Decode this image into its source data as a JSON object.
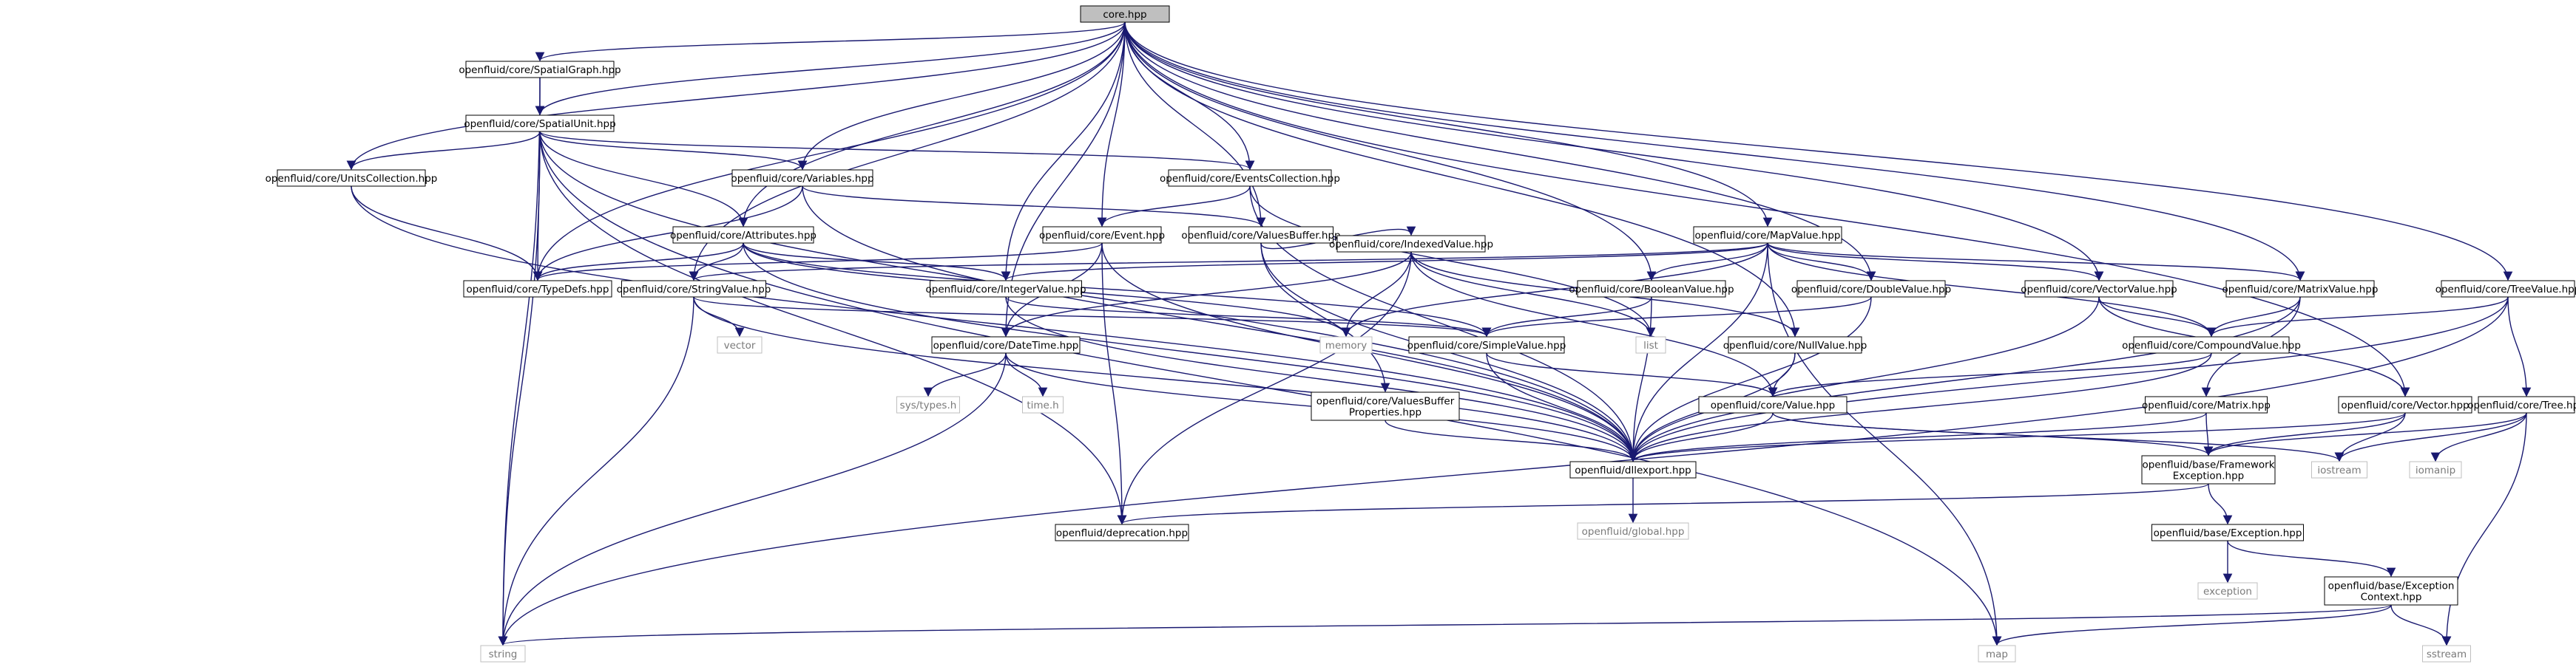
{
  "colors": {
    "edge": "#191970",
    "node_border": "#000000",
    "external_border": "#bfbfbf",
    "root_fill": "#bfbfbf",
    "node_fill": "#ffffff"
  },
  "nodes": [
    {
      "id": "core",
      "label": "core.hpp",
      "style": "root"
    },
    {
      "id": "spatialgraph",
      "label": "openfluid/core/SpatialGraph.hpp",
      "style": "node"
    },
    {
      "id": "spatialunit",
      "label": "openfluid/core/SpatialUnit.hpp",
      "style": "node"
    },
    {
      "id": "unitscollection",
      "label": "openfluid/core/UnitsCollection.hpp",
      "style": "node"
    },
    {
      "id": "variables",
      "label": "openfluid/core/Variables.hpp",
      "style": "node"
    },
    {
      "id": "eventscollection",
      "label": "openfluid/core/EventsCollection.hpp",
      "style": "node"
    },
    {
      "id": "attributes",
      "label": "openfluid/core/Attributes.hpp",
      "style": "node"
    },
    {
      "id": "event",
      "label": "openfluid/core/Event.hpp",
      "style": "node"
    },
    {
      "id": "valuesbuffer",
      "label": "openfluid/core/ValuesBuffer.hpp",
      "style": "node"
    },
    {
      "id": "mapvalue",
      "label": "openfluid/core/MapValue.hpp",
      "style": "node"
    },
    {
      "id": "typedefs",
      "label": "openfluid/core/TypeDefs.hpp",
      "style": "node"
    },
    {
      "id": "stringvalue",
      "label": "openfluid/core/StringValue.hpp",
      "style": "node"
    },
    {
      "id": "integervalue",
      "label": "openfluid/core/IntegerValue.hpp",
      "style": "node"
    },
    {
      "id": "indexedvalue",
      "label": "openfluid/core/IndexedValue.hpp",
      "style": "node"
    },
    {
      "id": "booleanvalue",
      "label": "openfluid/core/BooleanValue.hpp",
      "style": "node"
    },
    {
      "id": "doublevalue",
      "label": "openfluid/core/DoubleValue.hpp",
      "style": "node"
    },
    {
      "id": "vectorvalue",
      "label": "openfluid/core/VectorValue.hpp",
      "style": "node"
    },
    {
      "id": "matrixvalue",
      "label": "openfluid/core/MatrixValue.hpp",
      "style": "node"
    },
    {
      "id": "treevalue",
      "label": "openfluid/core/TreeValue.hpp",
      "style": "node"
    },
    {
      "id": "vector",
      "label": "vector",
      "style": "ext"
    },
    {
      "id": "datetime",
      "label": "openfluid/core/DateTime.hpp",
      "style": "node"
    },
    {
      "id": "memory",
      "label": "memory",
      "style": "ext"
    },
    {
      "id": "simplevalue",
      "label": "openfluid/core/SimpleValue.hpp",
      "style": "node"
    },
    {
      "id": "list",
      "label": "list",
      "style": "ext"
    },
    {
      "id": "nullvalue",
      "label": "openfluid/core/NullValue.hpp",
      "style": "node"
    },
    {
      "id": "compoundvalue",
      "label": "openfluid/core/CompoundValue.hpp",
      "style": "node"
    },
    {
      "id": "systypes",
      "label": "sys/types.h",
      "style": "ext"
    },
    {
      "id": "timeh",
      "label": "time.h",
      "style": "ext"
    },
    {
      "id": "vbprops",
      "label": [
        "openfluid/core/ValuesBuffer",
        "Properties.hpp"
      ],
      "style": "node"
    },
    {
      "id": "value",
      "label": "openfluid/core/Value.hpp",
      "style": "node"
    },
    {
      "id": "matrix",
      "label": "openfluid/core/Matrix.hpp",
      "style": "node"
    },
    {
      "id": "corevector",
      "label": "openfluid/core/Vector.hpp",
      "style": "node"
    },
    {
      "id": "tree",
      "label": "openfluid/core/Tree.hpp",
      "style": "node"
    },
    {
      "id": "dllexport",
      "label": "openfluid/dllexport.hpp",
      "style": "node"
    },
    {
      "id": "frameworkexc",
      "label": [
        "openfluid/base/Framework",
        "Exception.hpp"
      ],
      "style": "node"
    },
    {
      "id": "iostream",
      "label": "iostream",
      "style": "ext"
    },
    {
      "id": "iomanip",
      "label": "iomanip",
      "style": "ext"
    },
    {
      "id": "deprecation",
      "label": "openfluid/deprecation.hpp",
      "style": "node"
    },
    {
      "id": "global",
      "label": "openfluid/global.hpp",
      "style": "ext"
    },
    {
      "id": "exception",
      "label": "openfluid/base/Exception.hpp",
      "style": "node"
    },
    {
      "id": "stdexception",
      "label": "exception",
      "style": "ext"
    },
    {
      "id": "exccontext",
      "label": [
        "openfluid/base/Exception",
        "Context.hpp"
      ],
      "style": "node"
    },
    {
      "id": "string",
      "label": "string",
      "style": "ext"
    },
    {
      "id": "map",
      "label": "map",
      "style": "ext"
    },
    {
      "id": "sstream",
      "label": "sstream",
      "style": "ext"
    }
  ],
  "edges": [
    [
      "core",
      "spatialgraph"
    ],
    [
      "core",
      "spatialunit"
    ],
    [
      "core",
      "unitscollection"
    ],
    [
      "core",
      "variables"
    ],
    [
      "core",
      "eventscollection"
    ],
    [
      "core",
      "attributes"
    ],
    [
      "core",
      "event"
    ],
    [
      "core",
      "valuesbuffer"
    ],
    [
      "core",
      "mapvalue"
    ],
    [
      "core",
      "typedefs"
    ],
    [
      "core",
      "stringvalue"
    ],
    [
      "core",
      "integervalue"
    ],
    [
      "core",
      "booleanvalue"
    ],
    [
      "core",
      "doublevalue"
    ],
    [
      "core",
      "vectorvalue"
    ],
    [
      "core",
      "matrixvalue"
    ],
    [
      "core",
      "treevalue"
    ],
    [
      "core",
      "datetime"
    ],
    [
      "core",
      "nullvalue"
    ],
    [
      "core",
      "corevector"
    ],
    [
      "spatialgraph",
      "spatialunit"
    ],
    [
      "spatialgraph",
      "string"
    ],
    [
      "spatialunit",
      "unitscollection"
    ],
    [
      "spatialunit",
      "variables"
    ],
    [
      "spatialunit",
      "eventscollection"
    ],
    [
      "spatialunit",
      "attributes"
    ],
    [
      "spatialunit",
      "typedefs"
    ],
    [
      "spatialunit",
      "dllexport"
    ],
    [
      "spatialunit",
      "deprecation"
    ],
    [
      "spatialunit",
      "map"
    ],
    [
      "spatialunit",
      "string"
    ],
    [
      "unitscollection",
      "typedefs"
    ],
    [
      "unitscollection",
      "dllexport"
    ],
    [
      "variables",
      "typedefs"
    ],
    [
      "variables",
      "valuesbuffer"
    ],
    [
      "variables",
      "dllexport"
    ],
    [
      "eventscollection",
      "event"
    ],
    [
      "eventscollection",
      "list"
    ],
    [
      "eventscollection",
      "dllexport"
    ],
    [
      "attributes",
      "typedefs"
    ],
    [
      "attributes",
      "stringvalue"
    ],
    [
      "attributes",
      "integervalue"
    ],
    [
      "attributes",
      "memory"
    ],
    [
      "attributes",
      "dllexport"
    ],
    [
      "attributes",
      "simplevalue"
    ],
    [
      "event",
      "typedefs"
    ],
    [
      "event",
      "datetime"
    ],
    [
      "event",
      "dllexport"
    ],
    [
      "event",
      "deprecation"
    ],
    [
      "valuesbuffer",
      "indexedvalue"
    ],
    [
      "valuesbuffer",
      "vbprops"
    ],
    [
      "valuesbuffer",
      "dllexport"
    ],
    [
      "mapvalue",
      "stringvalue"
    ],
    [
      "mapvalue",
      "integervalue"
    ],
    [
      "mapvalue",
      "booleanvalue"
    ],
    [
      "mapvalue",
      "doublevalue"
    ],
    [
      "mapvalue",
      "vectorvalue"
    ],
    [
      "mapvalue",
      "matrixvalue"
    ],
    [
      "mapvalue",
      "compoundvalue"
    ],
    [
      "mapvalue",
      "memory"
    ],
    [
      "mapvalue",
      "map"
    ],
    [
      "mapvalue",
      "dllexport"
    ],
    [
      "stringvalue",
      "vector"
    ],
    [
      "stringvalue",
      "simplevalue"
    ],
    [
      "stringvalue",
      "dllexport"
    ],
    [
      "stringvalue",
      "string"
    ],
    [
      "integervalue",
      "simplevalue"
    ],
    [
      "integervalue",
      "dllexport"
    ],
    [
      "indexedvalue",
      "datetime"
    ],
    [
      "indexedvalue",
      "memory"
    ],
    [
      "indexedvalue",
      "list"
    ],
    [
      "indexedvalue",
      "value"
    ],
    [
      "indexedvalue",
      "nullvalue"
    ],
    [
      "indexedvalue",
      "deprecation"
    ],
    [
      "booleanvalue",
      "simplevalue"
    ],
    [
      "booleanvalue",
      "dllexport"
    ],
    [
      "doublevalue",
      "simplevalue"
    ],
    [
      "doublevalue",
      "dllexport"
    ],
    [
      "vectorvalue",
      "compoundvalue"
    ],
    [
      "vectorvalue",
      "corevector"
    ],
    [
      "vectorvalue",
      "dllexport"
    ],
    [
      "matrixvalue",
      "compoundvalue"
    ],
    [
      "matrixvalue",
      "matrix"
    ],
    [
      "matrixvalue",
      "dllexport"
    ],
    [
      "treevalue",
      "compoundvalue"
    ],
    [
      "treevalue",
      "tree"
    ],
    [
      "treevalue",
      "dllexport"
    ],
    [
      "treevalue",
      "string"
    ],
    [
      "datetime",
      "systypes"
    ],
    [
      "datetime",
      "timeh"
    ],
    [
      "datetime",
      "dllexport"
    ],
    [
      "datetime",
      "string"
    ],
    [
      "simplevalue",
      "value"
    ],
    [
      "simplevalue",
      "dllexport"
    ],
    [
      "nullvalue",
      "value"
    ],
    [
      "nullvalue",
      "dllexport"
    ],
    [
      "compoundvalue",
      "value"
    ],
    [
      "compoundvalue",
      "dllexport"
    ],
    [
      "vbprops",
      "dllexport"
    ],
    [
      "value",
      "dllexport"
    ],
    [
      "value",
      "frameworkexc"
    ],
    [
      "value",
      "iostream"
    ],
    [
      "matrix",
      "frameworkexc"
    ],
    [
      "matrix",
      "dllexport"
    ],
    [
      "corevector",
      "frameworkexc"
    ],
    [
      "corevector",
      "iostream"
    ],
    [
      "corevector",
      "dllexport"
    ],
    [
      "tree",
      "frameworkexc"
    ],
    [
      "tree",
      "iostream"
    ],
    [
      "tree",
      "iomanip"
    ],
    [
      "tree",
      "sstream"
    ],
    [
      "dllexport",
      "global"
    ],
    [
      "frameworkexc",
      "exception"
    ],
    [
      "frameworkexc",
      "deprecation"
    ],
    [
      "exception",
      "stdexception"
    ],
    [
      "exception",
      "exccontext"
    ],
    [
      "exccontext",
      "string"
    ],
    [
      "exccontext",
      "map"
    ],
    [
      "exccontext",
      "sstream"
    ]
  ]
}
